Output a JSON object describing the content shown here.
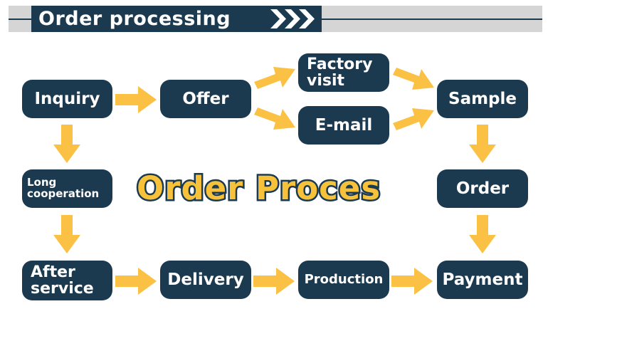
{
  "banner": {
    "title": "Order processing"
  },
  "center_title": "Order Proces",
  "nodes": {
    "inquiry": "Inquiry",
    "offer": "Offer",
    "factory_visit": "Factory\nvisit",
    "email": "E-mail",
    "sample": "Sample",
    "long_cooperation": "Long\ncooperation",
    "order": "Order",
    "after_service": "After\nservice",
    "delivery": "Delivery",
    "production": "Production",
    "payment": "Payment"
  },
  "colors": {
    "node_fill": "#1c3a4f",
    "arrow_fill": "#fbc144",
    "title_fill": "#f7c23a",
    "banner_bg": "#d5d5d5"
  }
}
